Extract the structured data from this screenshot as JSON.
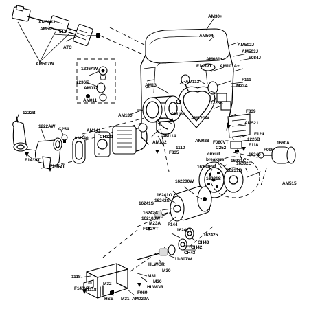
{
  "diagram": {
    "parts": [
      {
        "id": "am30",
        "label": "AM30+"
      },
      {
        "id": "am596",
        "label": "AM596J"
      },
      {
        "id": "am595",
        "label": "AM595"
      },
      {
        "id": "p512",
        "label": "512"
      },
      {
        "id": "atc",
        "label": "ATC"
      },
      {
        "id": "am507w",
        "label": "AM507W"
      },
      {
        "id": "am504",
        "label": "AM504I"
      },
      {
        "id": "am502",
        "label": "AM502J"
      },
      {
        "id": "am503",
        "label": "AM503J"
      },
      {
        "id": "f084",
        "label": "F084J"
      },
      {
        "id": "am081",
        "label": "AM081+"
      },
      {
        "id": "f145vt",
        "label": "F145VT"
      },
      {
        "id": "am101",
        "label": "AM101A+"
      },
      {
        "id": "p1236aw",
        "label": "1236AW"
      },
      {
        "id": "p1236e",
        "label": "1236E"
      },
      {
        "id": "am012",
        "label": "AM012"
      },
      {
        "id": "am011",
        "label": "AM011"
      },
      {
        "id": "am113",
        "label": "AM113"
      },
      {
        "id": "am13",
        "label": "AM13"
      },
      {
        "id": "f111",
        "label": "F111"
      },
      {
        "id": "m23a_top",
        "label": "M23A"
      },
      {
        "id": "s1222b",
        "label": "1222B"
      },
      {
        "id": "s1222aw",
        "label": "1222AW"
      },
      {
        "id": "c254",
        "label": "C254"
      },
      {
        "id": "am141",
        "label": "AM141"
      },
      {
        "id": "am140",
        "label": "AM140"
      },
      {
        "id": "ch121",
        "label": "CH121"
      },
      {
        "id": "am130",
        "label": "AM130"
      },
      {
        "id": "am131",
        "label": "AM131"
      },
      {
        "id": "am120w",
        "label": "AM120W"
      },
      {
        "id": "p1110",
        "label": "1110"
      },
      {
        "id": "f839",
        "label": "F839"
      },
      {
        "id": "am521",
        "label": "AM521"
      },
      {
        "id": "f124",
        "label": "F124"
      },
      {
        "id": "p1226b",
        "label": "1226B"
      },
      {
        "id": "p1226b2",
        "label": "1226B"
      },
      {
        "id": "f118",
        "label": "F118"
      },
      {
        "id": "am114",
        "label": "AM114"
      },
      {
        "id": "am132",
        "label": "AM132"
      },
      {
        "id": "f835",
        "label": "F835"
      },
      {
        "id": "am028",
        "label": "AM028"
      },
      {
        "id": "f080vt",
        "label": "F080VT"
      },
      {
        "id": "c252",
        "label": "C252"
      },
      {
        "id": "circuit",
        "label": "circuit"
      },
      {
        "id": "breakers",
        "label": "breakers"
      },
      {
        "id": "f143vt",
        "label": "F143VT"
      },
      {
        "id": "f148vt",
        "label": "F148VT"
      },
      {
        "id": "p16231",
        "label": "16231C"
      },
      {
        "id": "p162396",
        "label": "162396W"
      },
      {
        "id": "p16232",
        "label": "16232C"
      },
      {
        "id": "p16231b",
        "label": "16231B"
      },
      {
        "id": "p162315",
        "label": "16231S"
      },
      {
        "id": "p16240",
        "label": "16240"
      },
      {
        "id": "p16602a",
        "label": "1660A"
      },
      {
        "id": "f095",
        "label": "F095"
      },
      {
        "id": "am515",
        "label": "AM515"
      },
      {
        "id": "p162200w",
        "label": "162200W"
      },
      {
        "id": "p16241",
        "label": "16241O"
      },
      {
        "id": "p16242",
        "label": "16242S"
      },
      {
        "id": "p16241b",
        "label": "16241S"
      },
      {
        "id": "p16242a",
        "label": "16242A"
      },
      {
        "id": "p162100w",
        "label": "162100W"
      },
      {
        "id": "m23a_mid",
        "label": "M23A"
      },
      {
        "id": "f144",
        "label": "F144"
      },
      {
        "id": "f162vt",
        "label": "F162VT"
      },
      {
        "id": "p16242b",
        "label": "16242Y"
      },
      {
        "id": "p162425",
        "label": "162425"
      },
      {
        "id": "ch43",
        "label": "CH43"
      },
      {
        "id": "ch42",
        "label": "CH42"
      },
      {
        "id": "ch43b",
        "label": "CH43"
      },
      {
        "id": "p11307w",
        "label": "11-307W"
      },
      {
        "id": "hlwgr",
        "label": "HLWGR"
      },
      {
        "id": "m30",
        "label": "M30"
      },
      {
        "id": "m31",
        "label": "M31"
      },
      {
        "id": "m30b",
        "label": "M30"
      },
      {
        "id": "hlwgr2",
        "label": "HLWGR"
      },
      {
        "id": "p1118",
        "label": "1118"
      },
      {
        "id": "f140vt",
        "label": "F140VT"
      },
      {
        "id": "p1118b",
        "label": "1118"
      },
      {
        "id": "m32",
        "label": "M32"
      },
      {
        "id": "f069",
        "label": "F069"
      },
      {
        "id": "hsb",
        "label": "HSB"
      },
      {
        "id": "m31b",
        "label": "M31"
      },
      {
        "id": "am029a",
        "label": "AM029A"
      }
    ]
  }
}
